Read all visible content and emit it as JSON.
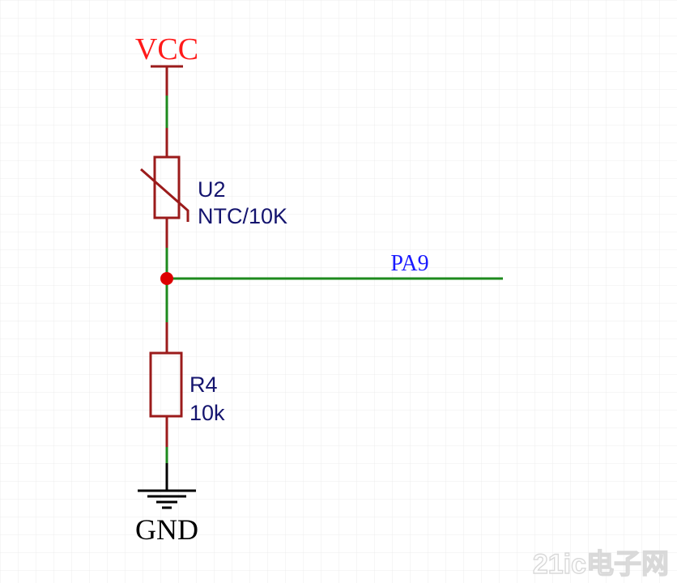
{
  "schematic": {
    "power_label": "VCC",
    "ground_label": "GND",
    "net_label": "PA9",
    "thermistor": {
      "designator": "U2",
      "value": "NTC/10K"
    },
    "resistor": {
      "designator": "R4",
      "value": "10k"
    }
  },
  "watermark": {
    "text": "21ic电子网"
  },
  "colors": {
    "wire": "#1d8a1d",
    "component": "#9b1b1b",
    "power_label": "#ff1a1a",
    "net_label": "#1a1aff",
    "designator": "#14146e",
    "ground": "#000000",
    "junction": "#dd0000",
    "grid": "#ececec"
  }
}
